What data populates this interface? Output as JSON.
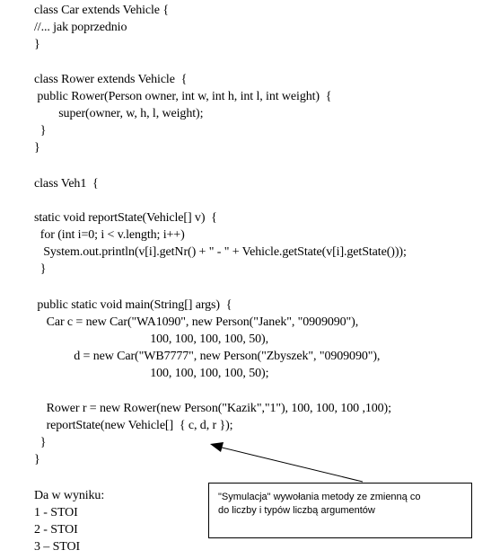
{
  "code": {
    "lines": [
      "class Car extends Vehicle {",
      "//... jak poprzednio",
      "}",
      "class Rower extends Vehicle  {",
      " public Rower(Person owner, int w, int h, int l, int weight)  {",
      "        super(owner, w, h, l, weight);",
      "  }",
      "}",
      "class Veh1  {",
      "static void reportState(Vehicle[] v)  {",
      "  for (int i=0; i < v.length; i++)",
      "   System.out.println(v[i].getNr() + \" - \" + Vehicle.getState(v[i].getState()));",
      "  }",
      " public static void main(String[] args)  {",
      "    Car c = new Car(\"WA1090\", new Person(\"Janek\", \"0909090\"),",
      "                                      100, 100, 100, 100, 50),",
      "             d = new Car(\"WB7777\", new Person(\"Zbyszek\", \"0909090\"),",
      "                                      100, 100, 100, 100, 50);",
      "    Rower r = new Rower(new Person(\"Kazik\",\"1\"), 100, 100, 100 ,100);",
      "    reportState(new Vehicle[]  { c, d, r });",
      "  }",
      "}",
      "Da w wyniku:",
      "1 - STOI",
      "2 - STOI",
      "3 – STOI"
    ]
  },
  "note": {
    "line1": "\"Symulacja\" wywołania metody ze zmienną co",
    "line2": "do liczby i typów liczbą argumentów"
  }
}
